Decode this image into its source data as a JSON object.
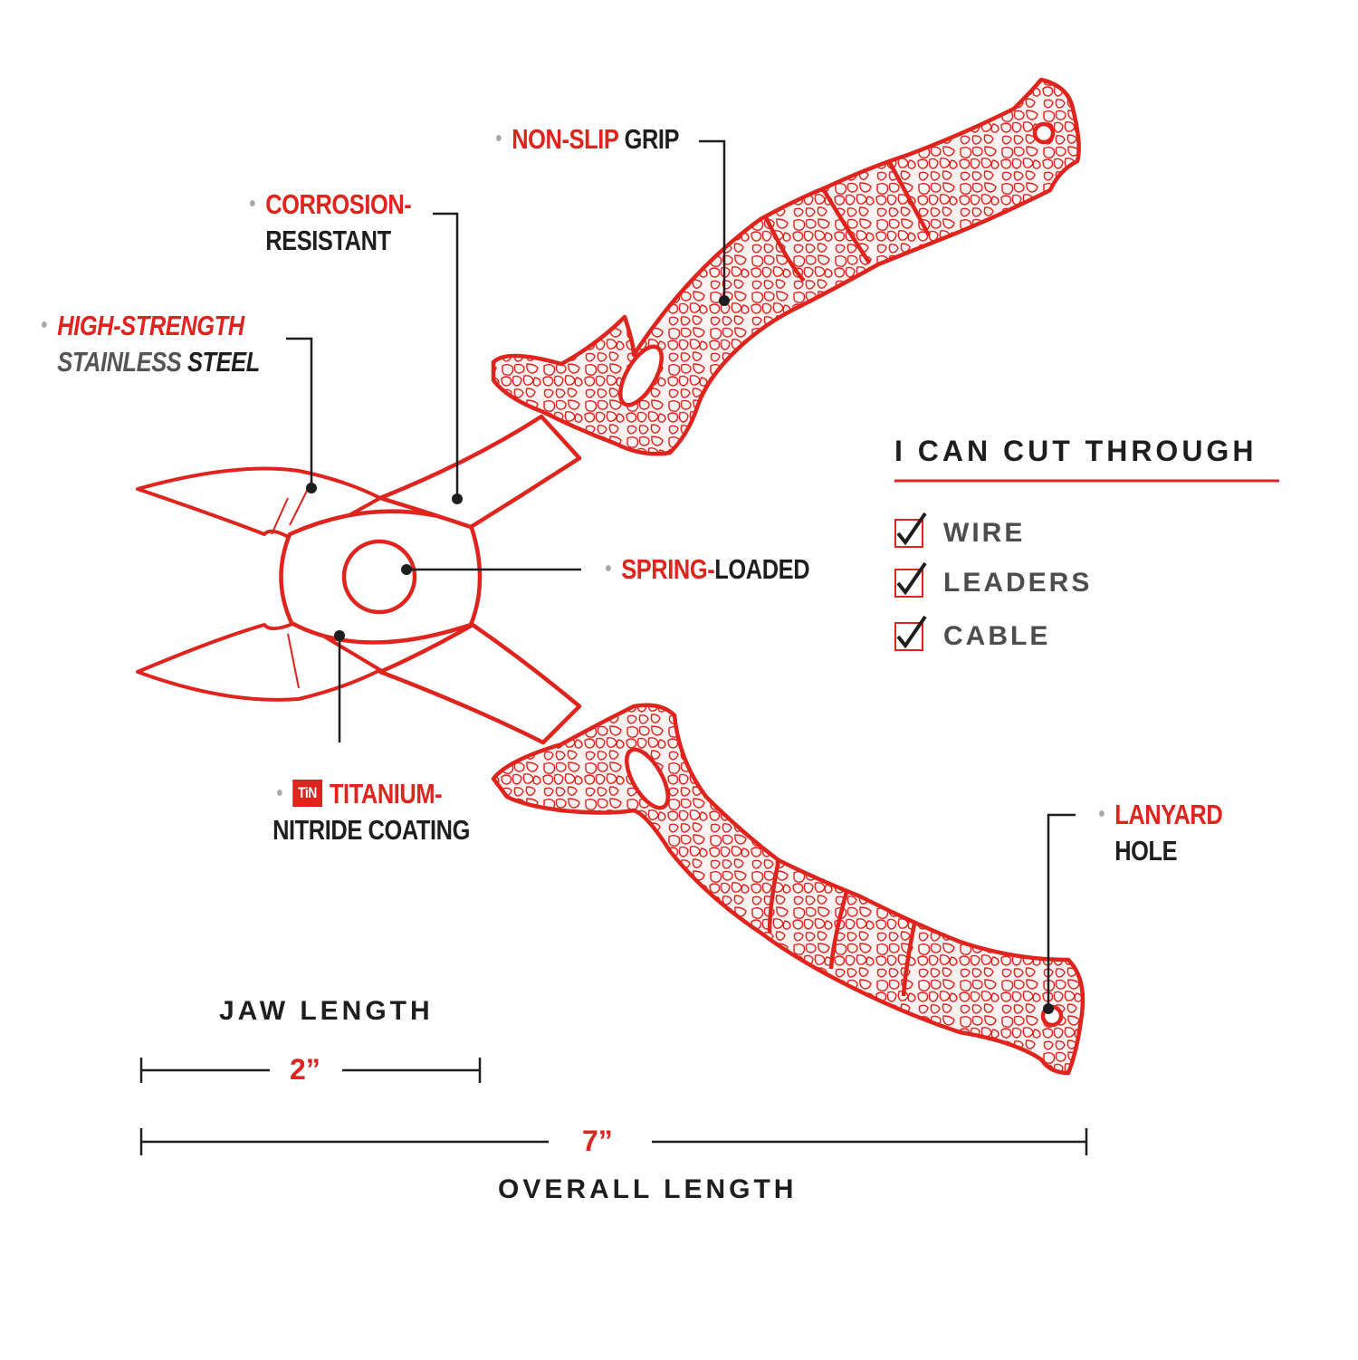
{
  "callouts": {
    "non_slip": {
      "red": "NON-SLIP",
      "black": " GRIP"
    },
    "corrosion": {
      "line1": "CORROSION-",
      "line2": "RESISTANT"
    },
    "high_strength": {
      "line1": "HIGH-STRENGTH",
      "line2_grey": "STAINLESS ",
      "line2_black": "STEEL"
    },
    "spring": {
      "red": "SPRING-",
      "black": "LOADED"
    },
    "titanium": {
      "badge": "TiN",
      "line1": "TITANIUM-",
      "line2": "NITRIDE COATING"
    },
    "lanyard": {
      "line1": "LANYARD",
      "line2": "HOLE"
    }
  },
  "cut_panel": {
    "heading": "I CAN CUT THROUGH",
    "items": [
      "WIRE",
      "LEADERS",
      "CABLE"
    ]
  },
  "dimensions": {
    "jaw_label": "JAW LENGTH",
    "jaw_value": "2”",
    "overall_value": "7”",
    "overall_label": "OVERALL LENGTH"
  },
  "colors": {
    "accent": "#e0231c",
    "text": "#1e1e1e",
    "grip_texture": "#e0231c"
  }
}
